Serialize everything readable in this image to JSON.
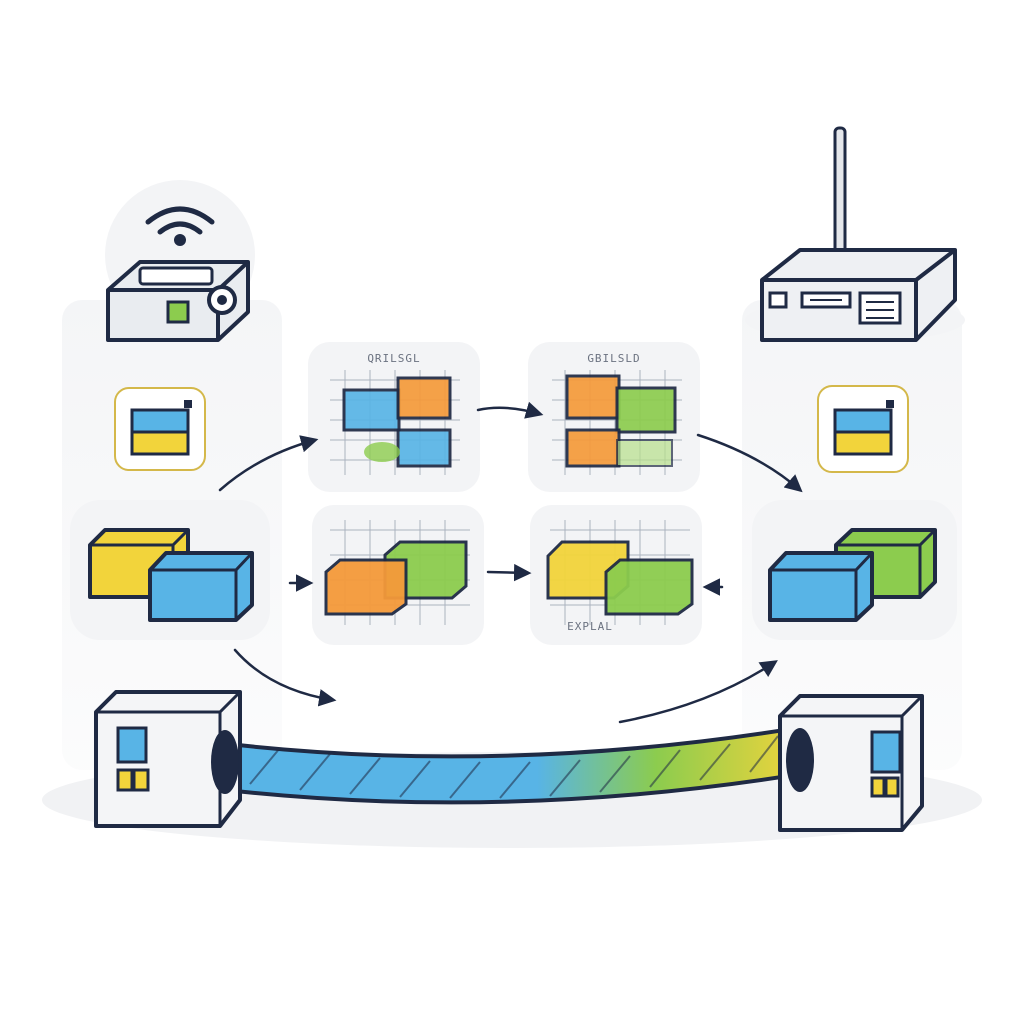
{
  "panels": {
    "top_left_label": "QRILSGL",
    "top_right_label": "GBILSLD",
    "bottom_right_label": "EXPLAL"
  },
  "colors": {
    "blue": "#58b4e6",
    "yellow": "#f2d43b",
    "green": "#8ccc4e",
    "orange": "#f59a3a",
    "outline": "#1f2a44",
    "panel": "#f3f4f6"
  },
  "icons": {
    "left_device": "wifi-camera-icon",
    "right_device": "router-icon",
    "left_connector": "cable-connector-icon",
    "right_connector": "cable-connector-icon",
    "cable": "twisted-cable-icon"
  }
}
